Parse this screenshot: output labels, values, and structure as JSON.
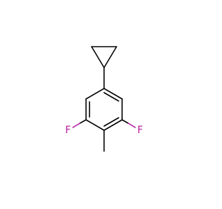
{
  "molecule": {
    "atoms": [
      {
        "id": "F1",
        "symbol": "F"
      },
      {
        "id": "F2",
        "symbol": "F"
      }
    ]
  },
  "colors": {
    "bond": "#000000",
    "fluorine": "#b5179e",
    "background": "#ffffff"
  }
}
